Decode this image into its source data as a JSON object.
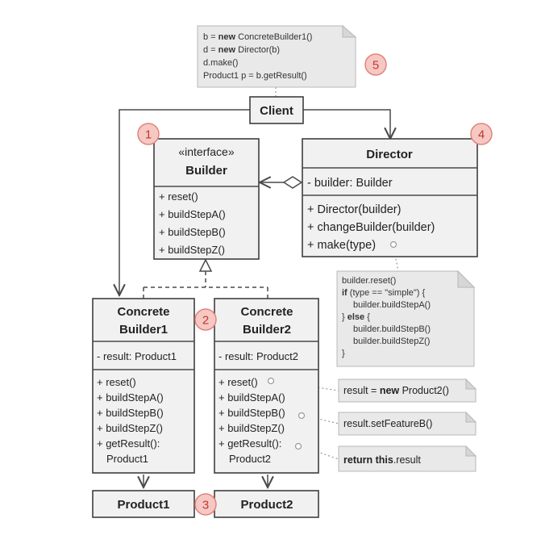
{
  "client": {
    "label": "Client"
  },
  "builder": {
    "stereotype": "«interface»",
    "name": "Builder",
    "methods": [
      "+ reset()",
      "+ buildStepA()",
      "+ buildStepB()",
      "+ buildStepZ()"
    ]
  },
  "director": {
    "name": "Director",
    "fields": [
      "- builder: Builder"
    ],
    "methods": [
      "+ Director(builder)",
      "+ changeBuilder(builder)",
      "+ make(type)"
    ]
  },
  "concrete1": {
    "name_line1": "Concrete",
    "name_line2": "Builder1",
    "fields": [
      "- result: Product1"
    ],
    "methods": [
      "+ reset()",
      "+ buildStepA()",
      "+ buildStepB()",
      "+ buildStepZ()",
      "+ getResult():",
      "Product1"
    ]
  },
  "concrete2": {
    "name_line1": "Concrete",
    "name_line2": "Builder2",
    "fields": [
      "- result: Product2"
    ],
    "methods": [
      "+ reset()",
      "+ buildStepA()",
      "+ buildStepB()",
      "+ buildStepZ()",
      "+ getResult():",
      "Product2"
    ]
  },
  "product1": {
    "label": "Product1"
  },
  "product2": {
    "label": "Product2"
  },
  "client_note": {
    "line1_pre": "b = ",
    "line1_kw": "new",
    "line1_post": " ConcreteBuilder1()",
    "line2_pre": "d = ",
    "line2_kw": "new",
    "line2_post": " Director(b)",
    "line3": "d.make()",
    "line4": "Product1 p = b.getResult()"
  },
  "make_note": {
    "line1": "builder.reset()",
    "line2_kw": "if",
    "line2_post": " (type == \"simple\") {",
    "line3": "builder.buildStepA()",
    "line4_pre": "} ",
    "line4_kw": "else",
    "line4_post": " {",
    "line5": "builder.buildStepB()",
    "line6": "builder.buildStepZ()",
    "line7": "}"
  },
  "reset_note": {
    "pre": "result = ",
    "kw": "new",
    "post": " Product2()"
  },
  "stepb_note": {
    "text": "result.setFeatureB()"
  },
  "getresult_note": {
    "kw": "return this",
    "post": ".result"
  },
  "badges": [
    "1",
    "2",
    "3",
    "4",
    "5"
  ],
  "colors": {
    "box_fill": "#f1f1f1",
    "note_fill": "#e9e9e9",
    "badge_fill": "#f6c8c4",
    "badge_text": "#c0392b"
  }
}
